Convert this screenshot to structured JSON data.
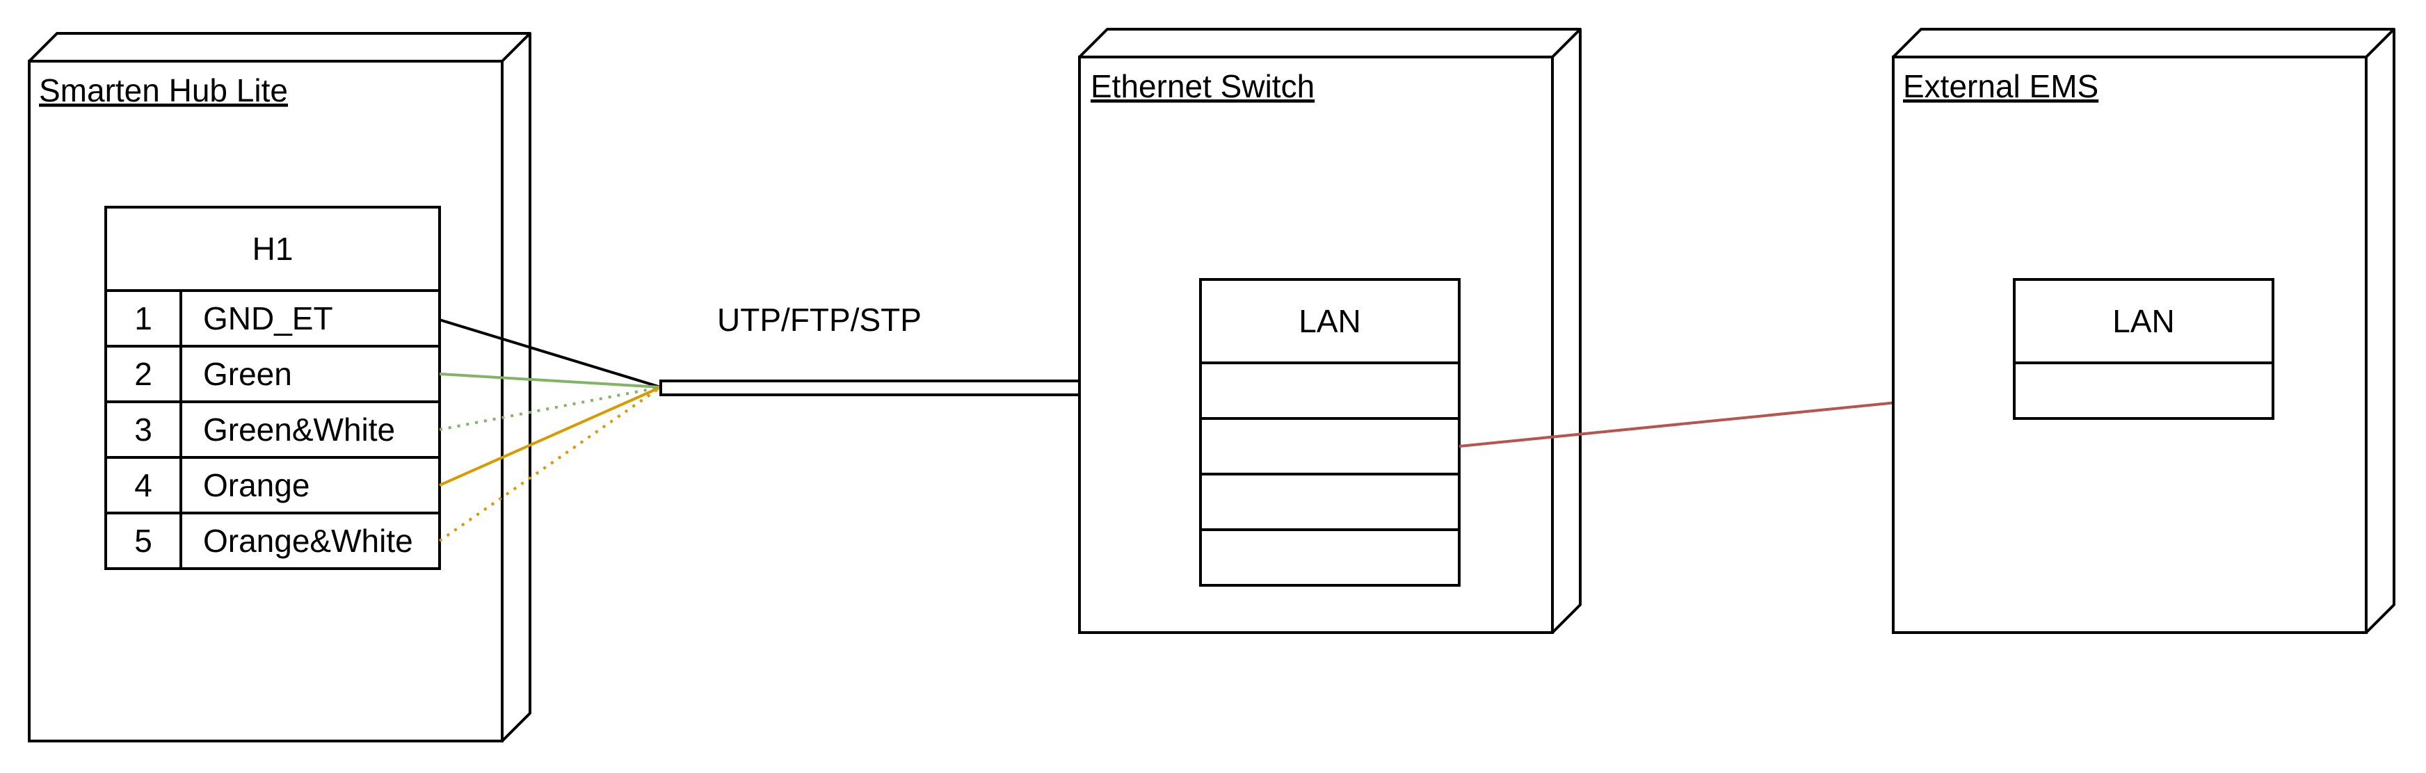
{
  "nodes": {
    "hub": {
      "title": "Smarten Hub Lite"
    },
    "switch": {
      "title": "Ethernet Switch"
    },
    "ems": {
      "title": "External EMS"
    }
  },
  "connector": {
    "header": "H1",
    "pins": [
      {
        "num": "1",
        "label": "GND_ET"
      },
      {
        "num": "2",
        "label": "Green"
      },
      {
        "num": "3",
        "label": "Green&White"
      },
      {
        "num": "4",
        "label": "Orange"
      },
      {
        "num": "5",
        "label": "Orange&White"
      }
    ]
  },
  "cable": {
    "label": "UTP/FTP/STP"
  },
  "switch_ports": {
    "header": "LAN",
    "rows": 4
  },
  "ems_ports": {
    "header": "LAN",
    "rows": 1
  },
  "colors": {
    "black_wire": "#000000",
    "green_wire": "#82b366",
    "orange_wire": "#d79b00",
    "lan_link": "#b85450"
  }
}
